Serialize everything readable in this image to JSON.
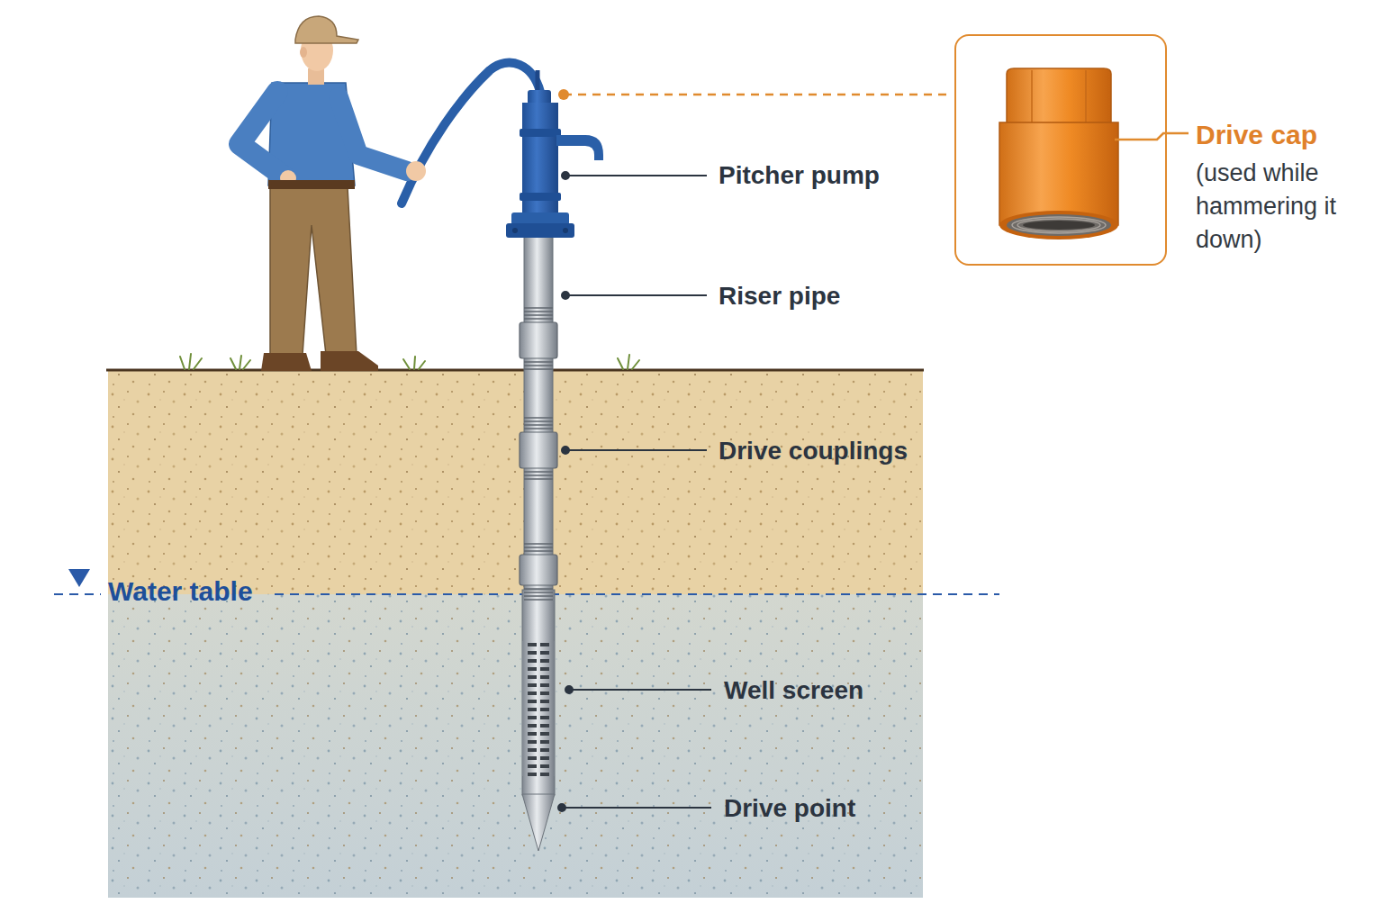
{
  "diagram": {
    "nodes": [
      {
        "text": [
          "Drive cap",
          "(used while hammering it down)"
        ]
      }
    ],
    "labels": [
      "Pitcher pump",
      "Riser pipe",
      "Drive couplings",
      "Water table",
      "Well screen",
      "Drive point"
    ]
  }
}
